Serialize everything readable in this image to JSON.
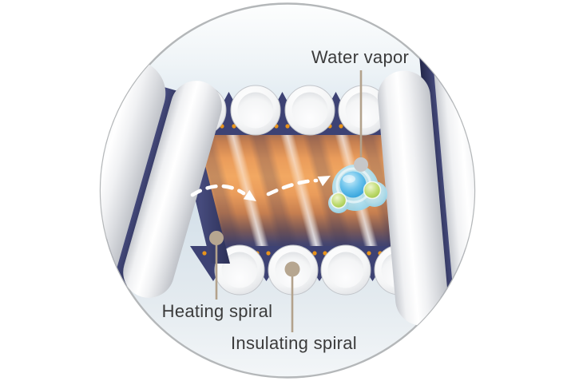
{
  "diagram": {
    "type": "cutaway-illustration",
    "subject": "heated hose cross-section with insulating spiral, heating spiral and water vapor flow",
    "labels": {
      "water_vapor": "Water vapor",
      "heating_spiral": "Heating spiral",
      "insulating_spiral": "Insulating spiral"
    },
    "icons": [
      {
        "name": "water-molecule-icon",
        "shape": "large blue sphere with two small green spheres inside a light-blue halo"
      },
      {
        "name": "airflow-arrow-icon",
        "shape": "white dashed curved arrow with solid arrowhead",
        "count": 2
      },
      {
        "name": "heating-wire-dot",
        "shape": "small orange dot pairs along channel wall"
      }
    ],
    "colors": {
      "text": "#3b3b3b",
      "leader_line": "#b3a28c",
      "leader_dot_tan": "#b6a690",
      "leader_dot_gray": "#c6c7c9",
      "navy_wall": "#3d4274",
      "heated_orange": "#f2a862",
      "heating_wire_dot": "#e8941c",
      "arrow_white": "#ffffff",
      "molecule_blue": "#45b0e4",
      "molecule_green": "#a9cf55",
      "molecule_halo": "#a8ddf0",
      "tube_white": "#f3f4f6",
      "circle_top": "#fcfdfd",
      "circle_blue": "#d5e1ea",
      "circle_rim": "#b4b7b9"
    }
  }
}
